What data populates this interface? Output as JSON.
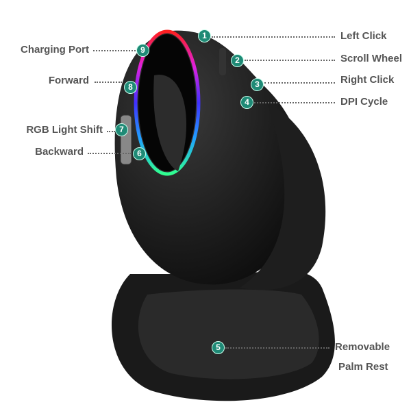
{
  "callouts": [
    {
      "num": "1",
      "label": "Left Click"
    },
    {
      "num": "2",
      "label": "Scroll Wheel"
    },
    {
      "num": "3",
      "label": "Right Click"
    },
    {
      "num": "4",
      "label": "DPI Cycle"
    },
    {
      "num": "5",
      "label": "Removable",
      "label2": "Palm Rest"
    },
    {
      "num": "6",
      "label": "Backward"
    },
    {
      "num": "7",
      "label": "RGB Light Shift"
    },
    {
      "num": "8",
      "label": "Forward"
    },
    {
      "num": "9",
      "label": "Charging Port"
    }
  ],
  "colors": {
    "badge": "#1f8a76",
    "label": "#555555",
    "mouse": "#151515"
  }
}
